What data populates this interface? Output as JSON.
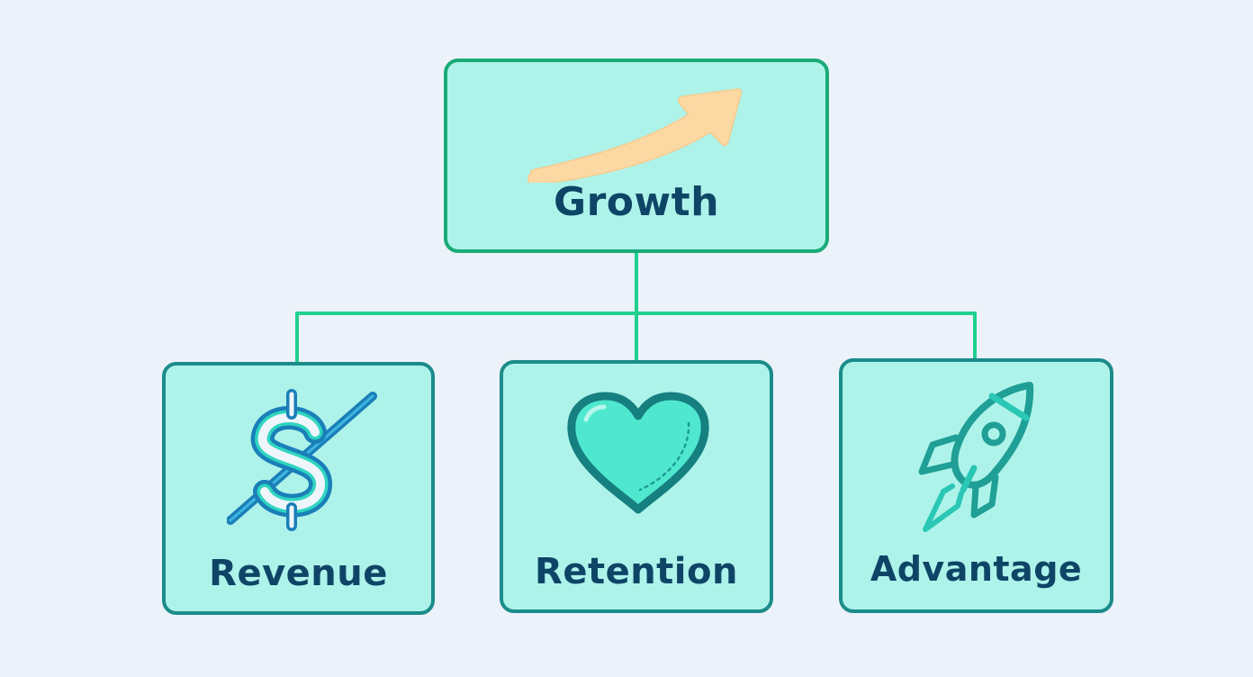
{
  "diagram": {
    "type": "hierarchy",
    "colors": {
      "background": "#ecf2f9",
      "node_fill": "#aef3ea",
      "root_border": "#1aab78",
      "child_border": "#1b8c8a",
      "connector": "#1fd08e",
      "label_text": "#0e4566",
      "arrow_fill": "#fcd9a3"
    },
    "root": {
      "label": "Growth",
      "icon": "trending-up-arrow-icon"
    },
    "children": [
      {
        "label": "Revenue",
        "icon": "dollar-sign-icon"
      },
      {
        "label": "Retention",
        "icon": "heart-icon"
      },
      {
        "label": "Advantage",
        "icon": "rocket-icon"
      }
    ],
    "edges": [
      {
        "from": "Growth",
        "to": "Revenue"
      },
      {
        "from": "Growth",
        "to": "Retention"
      },
      {
        "from": "Growth",
        "to": "Advantage"
      }
    ]
  }
}
